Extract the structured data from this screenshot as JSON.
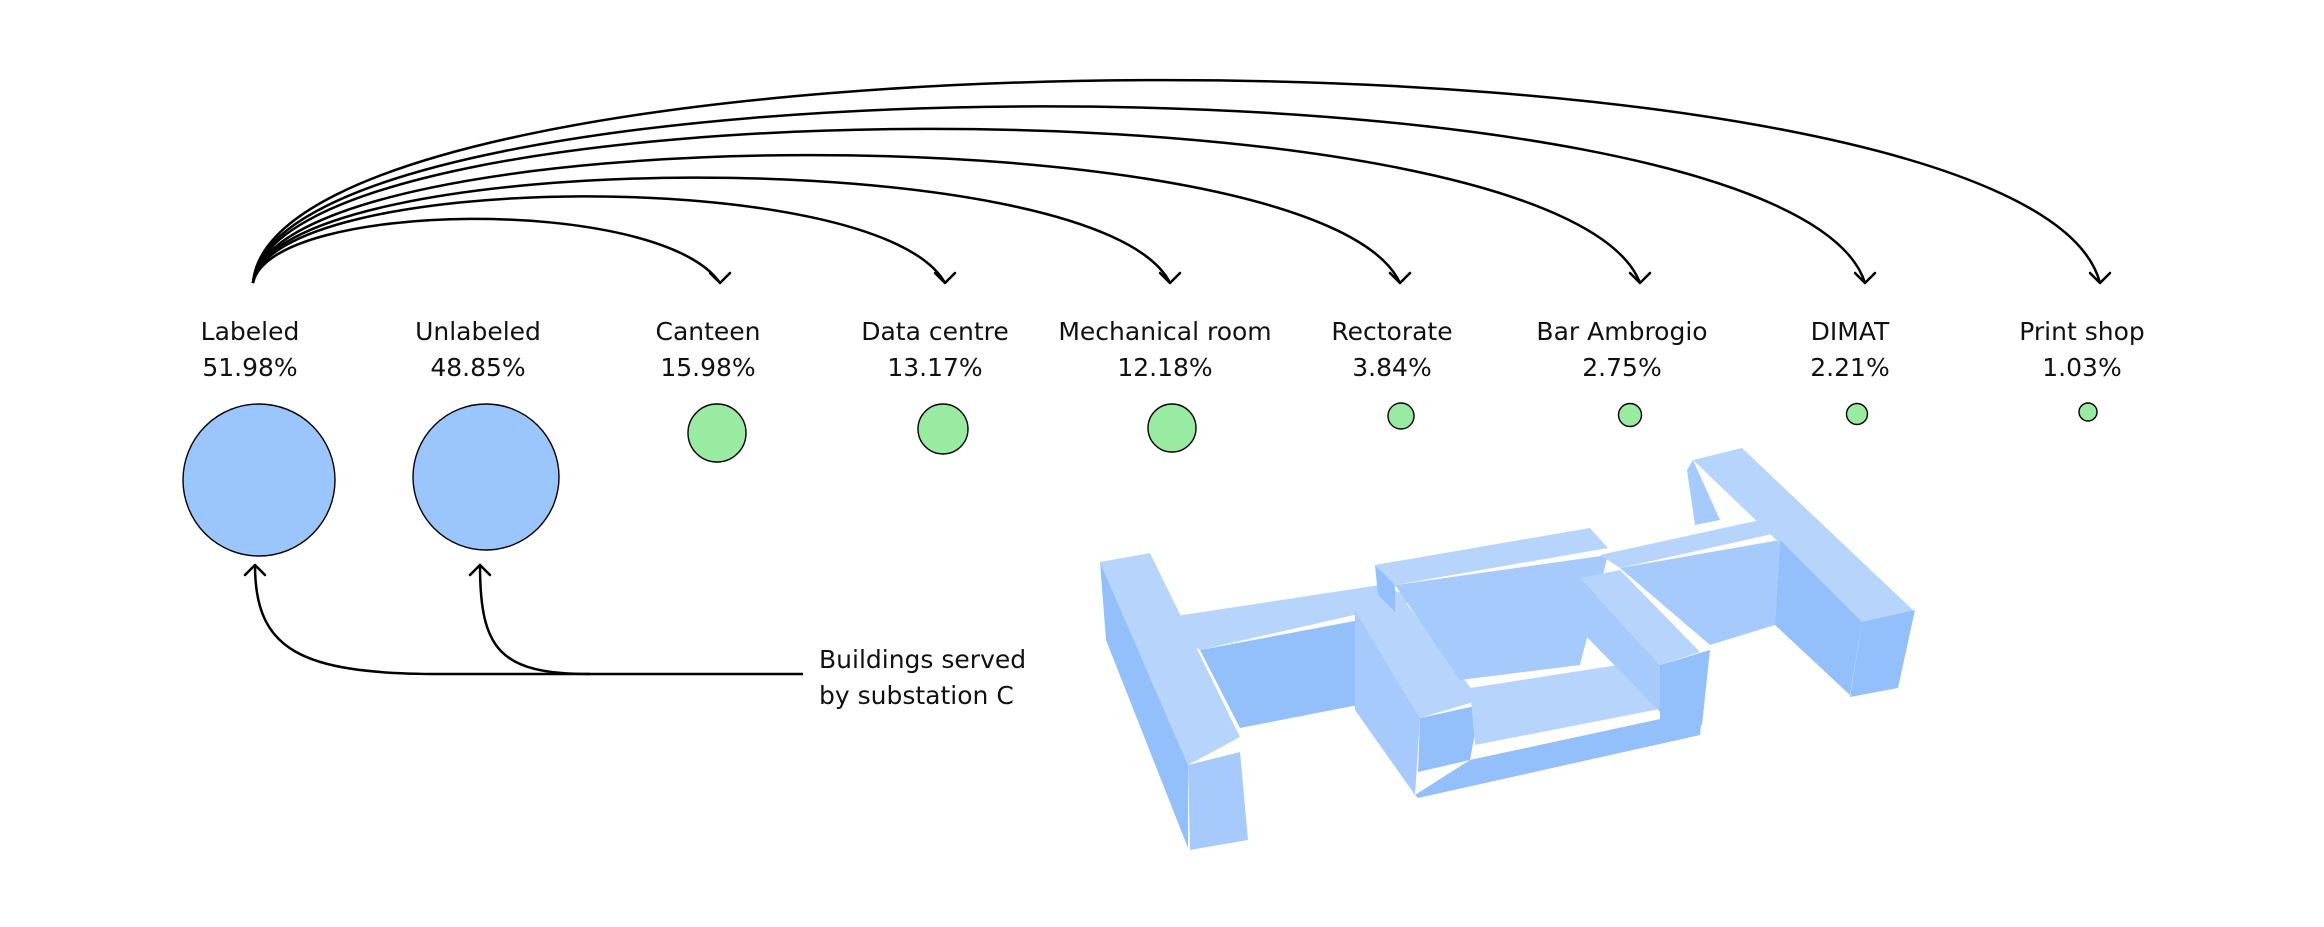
{
  "nodes": [
    {
      "id": "labeled",
      "label": "Labeled",
      "percent": "51.98%",
      "value": 51.98,
      "group": "total"
    },
    {
      "id": "unlabeled",
      "label": "Unlabeled",
      "percent": "48.85%",
      "value": 48.85,
      "group": "total"
    },
    {
      "id": "canteen",
      "label": "Canteen",
      "percent": "15.98%",
      "value": 15.98,
      "group": "building"
    },
    {
      "id": "data-centre",
      "label": "Data centre",
      "percent": "13.17%",
      "value": 13.17,
      "group": "building"
    },
    {
      "id": "mechanical-room",
      "label": "Mechanical room",
      "percent": "12.18%",
      "value": 12.18,
      "group": "building"
    },
    {
      "id": "rectorate",
      "label": "Rectorate",
      "percent": "3.84%",
      "value": 3.84,
      "group": "building"
    },
    {
      "id": "bar-ambrogio",
      "label": "Bar Ambrogio",
      "percent": "2.75%",
      "value": 2.75,
      "group": "building"
    },
    {
      "id": "dimat",
      "label": "DIMAT",
      "percent": "2.21%",
      "value": 2.21,
      "group": "building"
    },
    {
      "id": "print-shop",
      "label": "Print shop",
      "percent": "1.03%",
      "value": 1.03,
      "group": "building"
    }
  ],
  "note": {
    "line1": "Buildings served",
    "line2": "by  substation C"
  },
  "colors": {
    "total": "#9bc5fd",
    "building": "#98eba1",
    "model_light": "#b7d5fc",
    "model_mid": "#a6cafc",
    "model_dark": "#93bffb"
  }
}
